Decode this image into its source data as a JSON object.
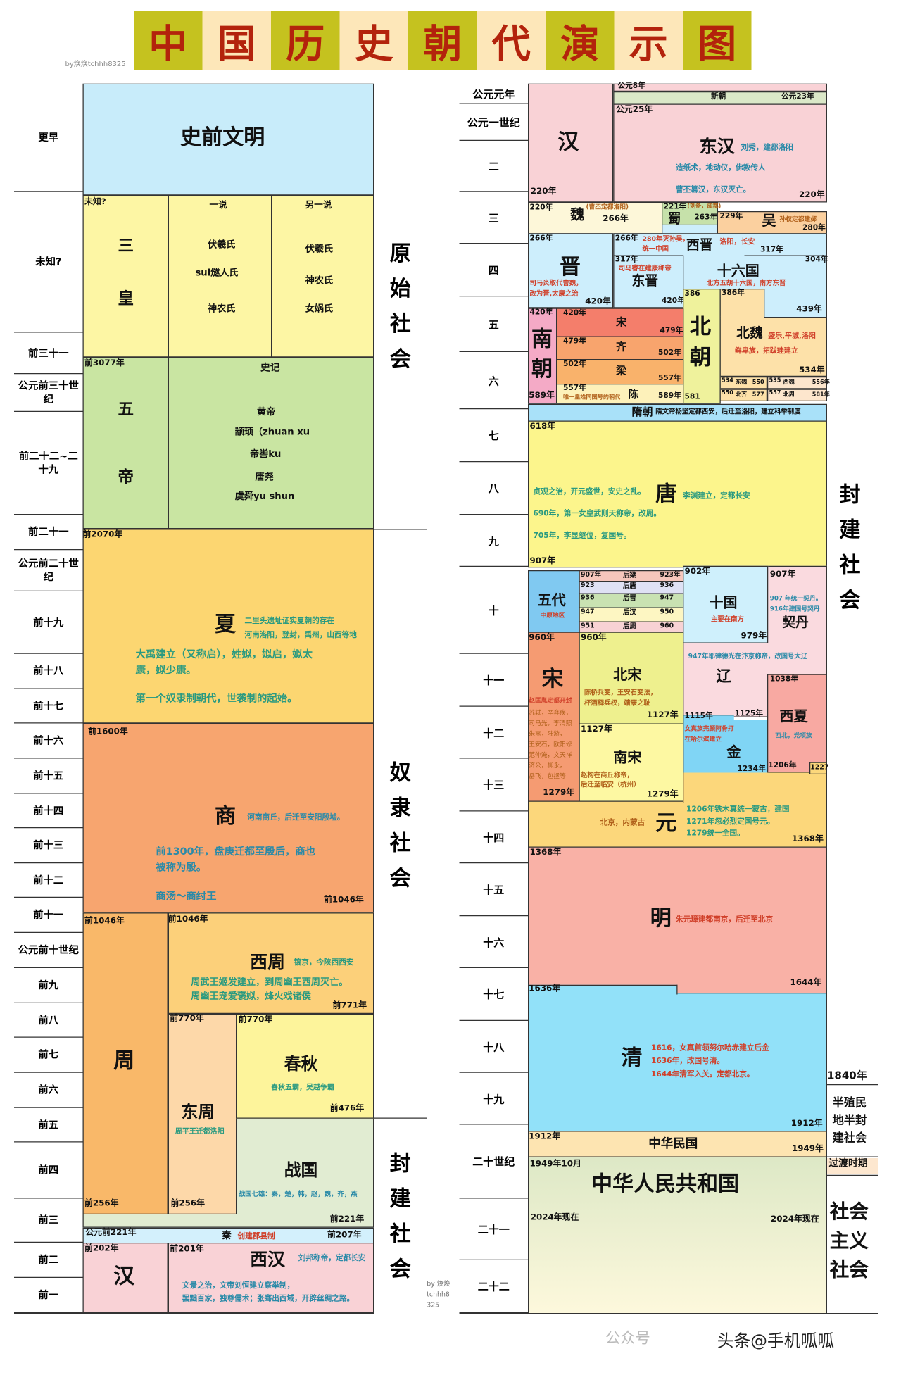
{
  "title": {
    "chars": [
      "中",
      "国",
      "历",
      "史",
      "朝",
      "代",
      "演",
      "示",
      "图"
    ],
    "colors": [
      "#c5c21f",
      "#fde7b9"
    ],
    "text_color": "#b3230c"
  },
  "credit_top": "by焕焕tchhh8325",
  "credit_bottom": [
    "by 焕焕",
    "tchhh8",
    "325"
  ],
  "watermark": {
    "left": "公众号",
    "right": "头条@手机呱呱"
  },
  "left_timeline": [
    "更早",
    "未知?",
    "前三十一",
    "公元前三十世纪",
    "前二十二~二十九",
    "前二十一",
    "公元前二十世纪",
    "前十九",
    "前十八",
    "前十七",
    "前十六",
    "前十五",
    "前十四",
    "前十三",
    "前十二",
    "前十一",
    "公元前十世纪",
    "前九",
    "前八",
    "前七",
    "前六",
    "前五",
    "前四",
    "前三",
    "前二",
    "前一"
  ],
  "right_timeline": [
    "公元元年",
    "公元一世纪",
    "二",
    "三",
    "四",
    "五",
    "六",
    "七",
    "八",
    "九",
    "十",
    "十一",
    "十二",
    "十三",
    "十四",
    "十五",
    "十六",
    "十七",
    "十八",
    "十九",
    "二十世纪",
    "二十一",
    "二十二"
  ],
  "eras": {
    "primitive": "原始社会",
    "slave": "奴隶社会",
    "feudal_left": "封建社会",
    "feudal_right": "封建社会",
    "semi": [
      "半殖民",
      "地半封",
      "建社会"
    ],
    "transition": "过渡时期",
    "socialist": [
      "社会",
      "主义",
      "社会"
    ],
    "y1840": "1840年"
  },
  "prehistory": {
    "name": "史前文明"
  },
  "sanhuang": {
    "start": "未知?",
    "v1": "一说",
    "v2": "另一说",
    "name1": "三",
    "name2": "皇",
    "list1": [
      "伏羲氏",
      "sui燧人氏",
      "神农氏"
    ],
    "list2": [
      "伏羲氏",
      "神农氏",
      "女娲氏"
    ]
  },
  "wudi": {
    "start": "前3077年",
    "source": "史记",
    "name1": "五",
    "name2": "帝",
    "list": [
      "黄帝",
      "颛顼（zhuan xu",
      "帝喾ku",
      "唐尧",
      "虞舜yu shun"
    ]
  },
  "xia": {
    "start": "前2070年",
    "name": "夏",
    "n1": "二里头遗址证实夏朝的存在",
    "n2": "河南洛阳，登封，禹州，山西等地",
    "n3": "大禹建立（又称启），姓姒，姒启，姒太",
    "n4": "康，姒少康。",
    "n5": "第一个奴隶制朝代，世袭制的起始。"
  },
  "shang": {
    "start": "前1600年",
    "name": "商",
    "n1": "河南商丘，后迁至安阳殷墟。",
    "n2": "前1300年，盘庚迁都至殷后，商也",
    "n3": "被称为殷。",
    "n4": "商汤～商纣王",
    "end": "前1046年"
  },
  "zhou": {
    "start": "前1046年",
    "name": "周",
    "end": "前256年"
  },
  "xizhou": {
    "start": "前1046年",
    "name": "西周",
    "n1": "镐京，今陕西西安",
    "n2": "周武王姬发建立，到周幽王西周灭亡。",
    "n3": "周幽王宠爱褒姒，烽火戏诸侯",
    "end": "前771年"
  },
  "dongzhou": {
    "start": "前770年",
    "name": "东周",
    "n1": "周平王迁都洛阳",
    "end": "前256年"
  },
  "chunqiu": {
    "start": "前770年",
    "name": "春秋",
    "n1": "春秋五霸，吴越争霸",
    "end": "前476年"
  },
  "zhanguo": {
    "name": "战国",
    "n1": "战国七雄：秦，楚，韩，赵，魏，齐，燕",
    "end": "前221年"
  },
  "qin": {
    "start": "公元前221年",
    "name": "秦",
    "n1": "创建郡县制",
    "end": "前207年"
  },
  "han_l": {
    "start": "前202年",
    "name": "汉"
  },
  "xihan": {
    "start": "前201年",
    "name": "西汉",
    "n1": "刘邦称帝，定都长安",
    "n2": "文景之治，文帝刘恒建立察举制，",
    "n3": "罢黜百家，独尊儒术；张骞出西域，开辟丝绸之路。"
  },
  "han_r": {
    "name": "汉",
    "end": "220年"
  },
  "xin": {
    "start": "公元8年",
    "name": "新朝",
    "end": "公元23年"
  },
  "donghan": {
    "start": "公元25年",
    "name": "东汉",
    "n1": "刘秀，建都洛阳",
    "n2": "造纸术，地动仪，佛教传人",
    "n3": "曹丕篡汉，东汉灭亡。",
    "end": "220年"
  },
  "wei": {
    "start": "220年",
    "name": "魏",
    "n1": "(曹丕定都洛阳)",
    "end": "266年"
  },
  "shu": {
    "start": "221年",
    "name": "蜀",
    "n1": "(刘备，成都)",
    "end": "263年"
  },
  "wu": {
    "start": "229年",
    "name": "吴",
    "n1": "孙权定都建邺",
    "end": "280年"
  },
  "jin": {
    "start": "266年",
    "name": "晋",
    "n1": "司马炎取代曹魏，",
    "n2": "改为晋,太康之治",
    "end": "420年"
  },
  "xijin": {
    "start": "266年",
    "name": "西晋",
    "n1": "280年灭孙吴，",
    "n2": "统一中国",
    "n3": "洛阳，长安",
    "end": "317年"
  },
  "dongjin": {
    "start": "317年",
    "name": "东晋",
    "n1": "司马睿在建康称帝",
    "end": "420年"
  },
  "shiliuguo": {
    "start": "304年",
    "name": "十六国",
    "n1": "北方五胡十六国，南方东晋",
    "end": "439年"
  },
  "nanchao": {
    "start": "420年",
    "name": [
      "南",
      "朝"
    ],
    "end": "589年"
  },
  "song_s": {
    "start": "420年",
    "name": "宋",
    "end": "479年"
  },
  "qi": {
    "start": "479年",
    "name": "齐",
    "end": "502年"
  },
  "liang": {
    "start": "502年",
    "name": "梁",
    "end": "557年"
  },
  "chen": {
    "start": "557年",
    "name": "陈",
    "n1": "唯一皇姓同国号的朝代",
    "end": "589年"
  },
  "beichao": {
    "start": "386",
    "name": [
      "北",
      "朝"
    ],
    "end": "581"
  },
  "beiwei": {
    "start": "386年",
    "name": "北魏",
    "n1": "盛乐,平城,洛阳",
    "n2": "鲜卑族，拓跋珪建立",
    "end": "534年"
  },
  "north_small": [
    {
      "s": "534",
      "n": "东魏",
      "e": "550"
    },
    {
      "s": "535",
      "n": "西魏",
      "e": "556年"
    },
    {
      "s": "550",
      "n": "北齐",
      "e": "577"
    },
    {
      "s": "557",
      "n": "北周",
      "e": "581年"
    }
  ],
  "sui": {
    "name": "隋朝",
    "n1": "隋文帝杨坚定都西安，后迁至洛阳，建立科举制度"
  },
  "tang": {
    "start": "618年",
    "name": "唐",
    "n1": "贞观之治，开元盛世，安史之乱。",
    "n2": "李渊建立，定都长安",
    "n3": "690年，第一女皇武则天称帝，改周。",
    "n4": "705年，李显继位，复国号。",
    "end": "907年"
  },
  "wudai": {
    "name": "五代",
    "n1": "中原地区"
  },
  "wudai_list": [
    {
      "s": "907年",
      "n": "后梁",
      "e": "923年",
      "c": "#f6c6bc"
    },
    {
      "s": "923",
      "n": "后唐",
      "e": "936",
      "c": "#dfe1f4"
    },
    {
      "s": "936",
      "n": "后晋",
      "e": "947",
      "c": "#c9e2b2"
    },
    {
      "s": "947",
      "n": "后汉",
      "e": "950",
      "c": "#fdf6c2"
    },
    {
      "s": "951",
      "n": "后周",
      "e": "960",
      "c": "#f8d2d4"
    }
  ],
  "shiguo": {
    "start": "902年",
    "name": "十国",
    "n1": "主要在南方",
    "end": "979年"
  },
  "qidan": {
    "start": "907年",
    "n1": "907 年统一契丹。",
    "n2": "916年建国号契丹",
    "name": "契丹"
  },
  "liao": {
    "n1": "947年耶律德光在汴京称帝，改国号大辽",
    "name": "辽"
  },
  "xixia": {
    "start": "1038年",
    "name": "西夏",
    "n1": "西北，党项族"
  },
  "jin_j": {
    "start": "1115年",
    "end_liao": "1125年",
    "n1": "女真族完颜阿骨打",
    "n2": "在哈尔滨建立",
    "name": "金",
    "end": "1234年"
  },
  "song": {
    "start": "960年",
    "name": "宋",
    "n1": "赵匡胤定都开封",
    "list": [
      "苏轼，辛弃疾，",
      "司马光，李清照",
      "朱熹，陆游，",
      "王安石，欧阳修",
      "范仲淹，文天祥",
      "济公，柳永，",
      "岳飞，包拯等"
    ],
    "end": "1279年"
  },
  "beisong": {
    "start": "960年",
    "name": "北宋",
    "n1": "陈桥兵变，王安石变法，",
    "n2": "杯酒释兵权，靖康之耻",
    "end": "1127年"
  },
  "nansong": {
    "start": "1127年",
    "name": "南宋",
    "n1": "赵构在商丘称帝，",
    "n2": "后迁至临安（杭州）",
    "end": "1279年"
  },
  "yuan": {
    "start": "1206年",
    "xixia_end": "1227",
    "n1": "北京，内蒙古",
    "name": "元",
    "n2": "1206年铁木真统一蒙古，建国",
    "n3": "1271年忽必烈定国号元。",
    "n4": "1279统一全国。",
    "end": "1368年"
  },
  "ming": {
    "start": "1368年",
    "name": "明",
    "n1": "朱元璋建都南京，后迁至北京",
    "end": "1644年"
  },
  "qing": {
    "start": "1636年",
    "name": "清",
    "n1": "1616，女真首领努尔哈赤建立后金",
    "n2": "1636年，改国号清。",
    "n3": "1644年清军入关。定都北京。",
    "end": "1912年"
  },
  "roc": {
    "start": "1912年",
    "name": "中华民国",
    "end": "1949年"
  },
  "prc": {
    "start": "1949年10月",
    "name": "中华人民共和国",
    "now_l": "2024年现在",
    "now_r": "2024年现在"
  }
}
